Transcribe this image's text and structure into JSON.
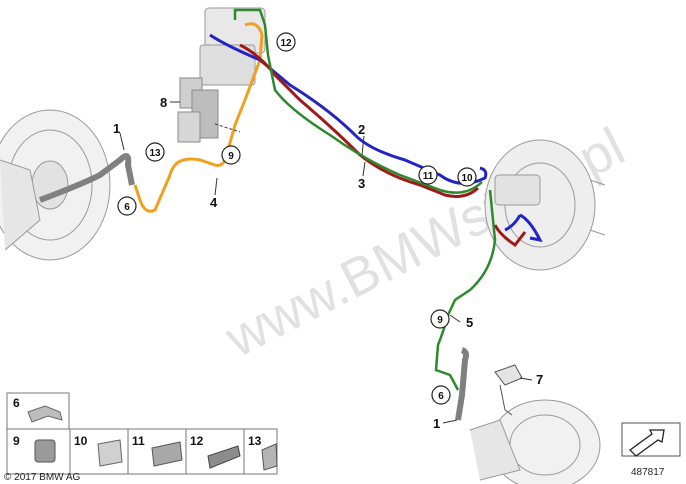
{
  "diagram": {
    "callouts": [
      "1",
      "2",
      "3",
      "4",
      "5",
      "7",
      "8"
    ],
    "circled": [
      "12",
      "13",
      "9",
      "11",
      "10",
      "6",
      "9",
      "6"
    ],
    "legend": [
      "6",
      "9",
      "10",
      "11",
      "12",
      "13"
    ],
    "watermark": "www.BMWstore.pl",
    "copyright": "© 2017 BMW AG",
    "diagram_id": "487817"
  },
  "colors": {
    "blue": "#2323c8",
    "green": "#2c8a2c",
    "red": "#a01818",
    "orange": "#f0a020",
    "gray": "#8a8a8a"
  }
}
